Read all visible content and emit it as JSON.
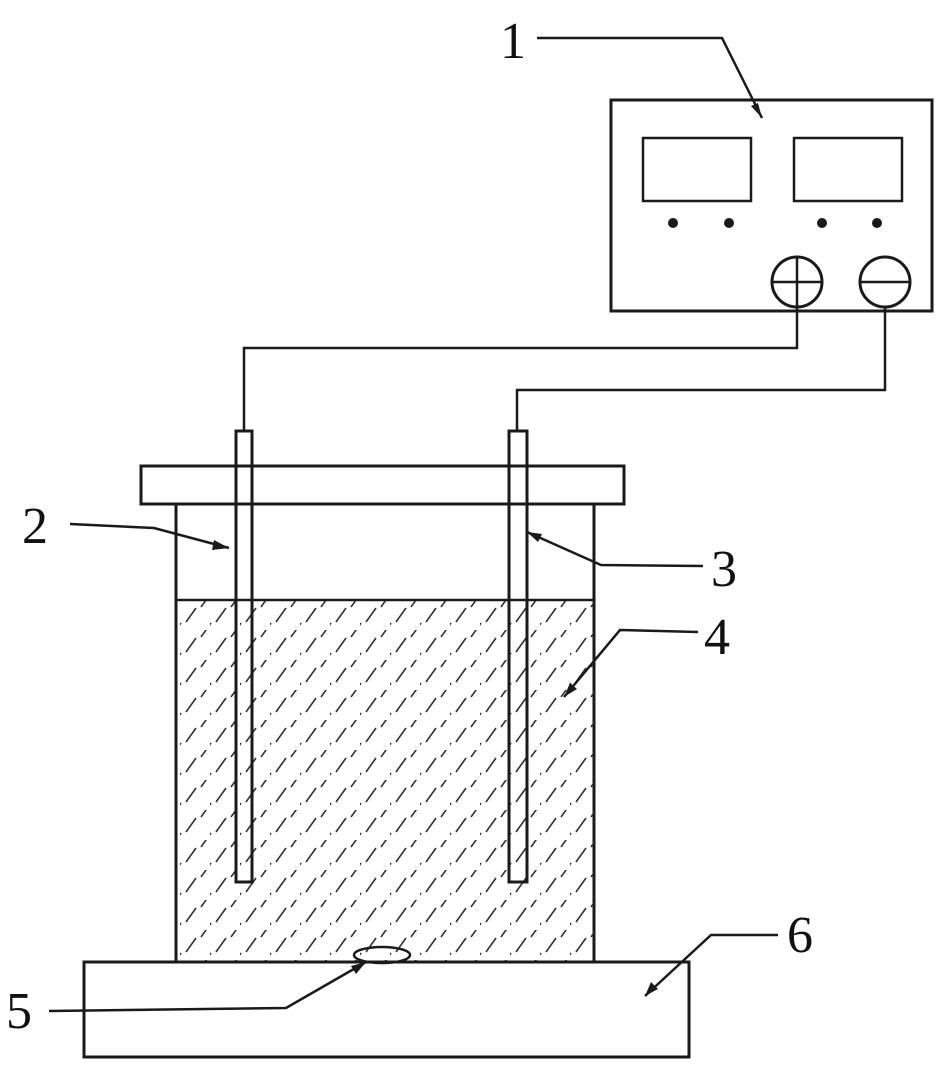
{
  "labels": {
    "l1": "1",
    "l2": "2",
    "l3": "3",
    "l4": "4",
    "l5": "5",
    "l6": "6"
  },
  "icons": {
    "positive_terminal": "plus-terminal-icon",
    "negative_terminal": "minus-terminal-icon"
  },
  "colors": {
    "line": "#1a1a1a",
    "background": "#ffffff"
  }
}
